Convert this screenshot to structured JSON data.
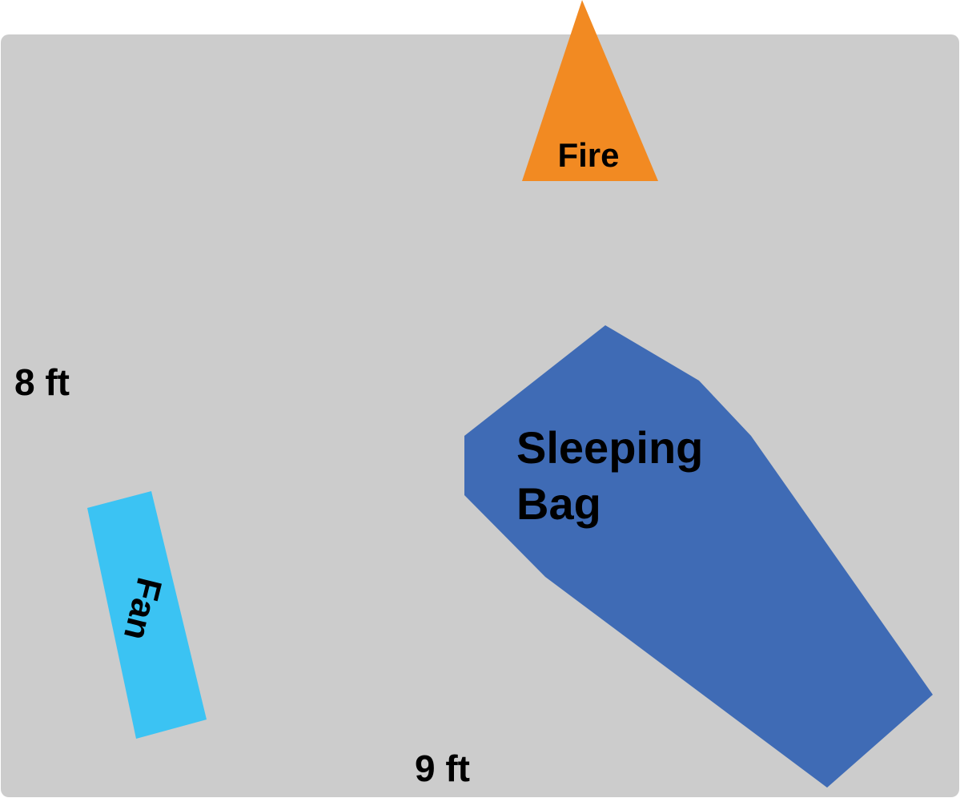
{
  "room": {
    "width_label": "9 ft",
    "height_label": "8 ft",
    "floor_color": "#cccccc"
  },
  "objects": {
    "fire": {
      "label": "Fire",
      "shape": "triangle",
      "color": "#f28a22"
    },
    "sleeping_bag": {
      "label_line1": "Sleeping",
      "label_line2": "Bag",
      "shape": "polygon",
      "color": "#3f6bb5"
    },
    "fan": {
      "label": "Fan",
      "shape": "rotated-rectangle",
      "color": "#3bc3f3"
    }
  }
}
